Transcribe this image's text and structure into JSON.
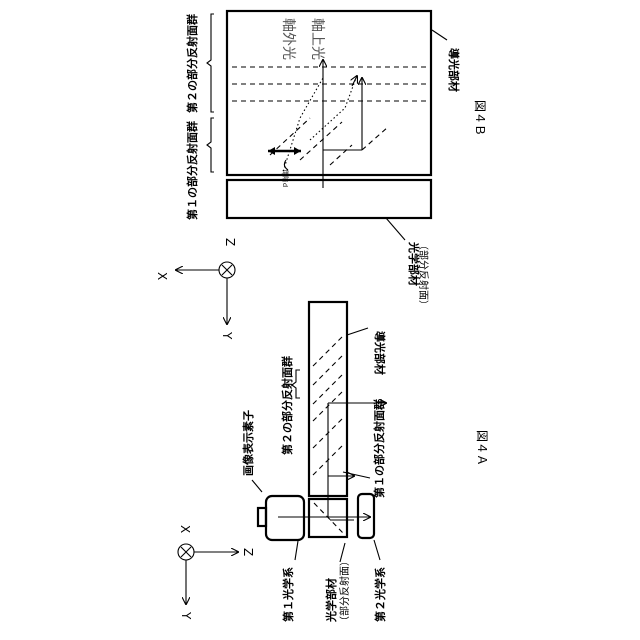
{
  "fig_a": {
    "caption": "図４Ａ",
    "element_label": "画像表示素子",
    "group1_label": "第１の部分反射面群",
    "group2_label": "第２の部分反射面群",
    "light_guide_label": "導光部材",
    "opt_member_label": "光学部材",
    "opt_member_sub": "（部分反射面）",
    "opt_sys1_label": "第１光学系",
    "opt_sys2_label": "第２光学系",
    "axes": {
      "x": "X",
      "y": "Y",
      "z": "Z"
    }
  },
  "fig_b": {
    "caption": "図４Ｂ",
    "group1_label": "第１の部分反射面群",
    "group2_label": "第２の部分反射面群",
    "light_guide_label": "導光部材",
    "opt_member_label": "光学部材",
    "opt_member_sub": "（部分反射面）",
    "off_axis_label": "軸外光",
    "on_axis_label": "軸上光",
    "gap_label": "間隔ｄ",
    "axes": {
      "x": "X",
      "y": "Y",
      "z": "Z"
    }
  }
}
